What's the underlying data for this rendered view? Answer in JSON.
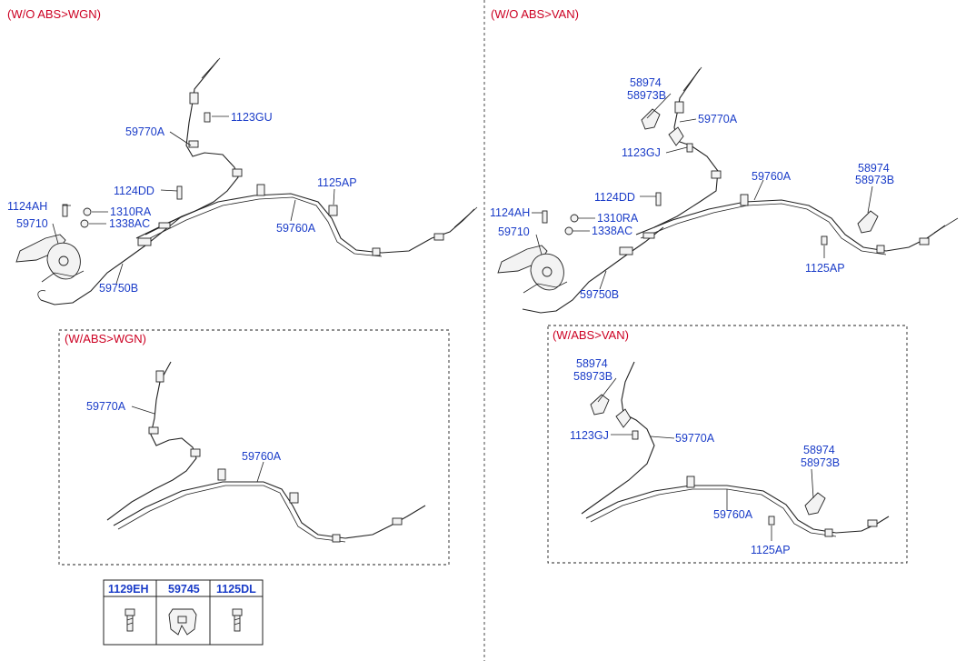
{
  "sections": {
    "top_left": "(W/O ABS>WGN)",
    "top_right": "(W/O ABS>VAN)",
    "box_left": "(W/ABS>WGN)",
    "box_right": "(W/ABS>VAN)"
  },
  "labels": {
    "tl_59770A": "59770A",
    "tl_1123GU": "1123GU",
    "tl_1124DD": "1124DD",
    "tl_1125AP": "1125AP",
    "tl_1124AH": "1124AH",
    "tl_1310RA": "1310RA",
    "tl_1338AC": "1338AC",
    "tl_59710": "59710",
    "tl_59760A": "59760A",
    "tl_59750B": "59750B",
    "tr_58974a": "58974",
    "tr_58973Ba": "58973B",
    "tr_59770A": "59770A",
    "tr_1123GJ": "1123GJ",
    "tr_59760A": "59760A",
    "tr_58974b": "58974",
    "tr_58973Bb": "58973B",
    "tr_1124DD": "1124DD",
    "tr_1124AH": "1124AH",
    "tr_1310RA": "1310RA",
    "tr_59710": "59710",
    "tr_1338AC": "1338AC",
    "tr_1125AP": "1125AP",
    "tr_59750B": "59750B",
    "bl_59770A": "59770A",
    "bl_59760A": "59760A",
    "br_58974a": "58974",
    "br_58973Ba": "58973B",
    "br_1123GJ": "1123GJ",
    "br_59770A": "59770A",
    "br_58974b": "58974",
    "br_58973Bb": "58973B",
    "br_59760A": "59760A",
    "br_1125AP": "1125AP"
  },
  "table": {
    "headers": [
      "1129EH",
      "59745",
      "1125DL"
    ],
    "icons": [
      "bolt-icon",
      "clip-icon",
      "bolt-icon"
    ]
  },
  "colors": {
    "title": "#cc0022",
    "part_number": "#1a3cc8",
    "line": "#222222"
  }
}
